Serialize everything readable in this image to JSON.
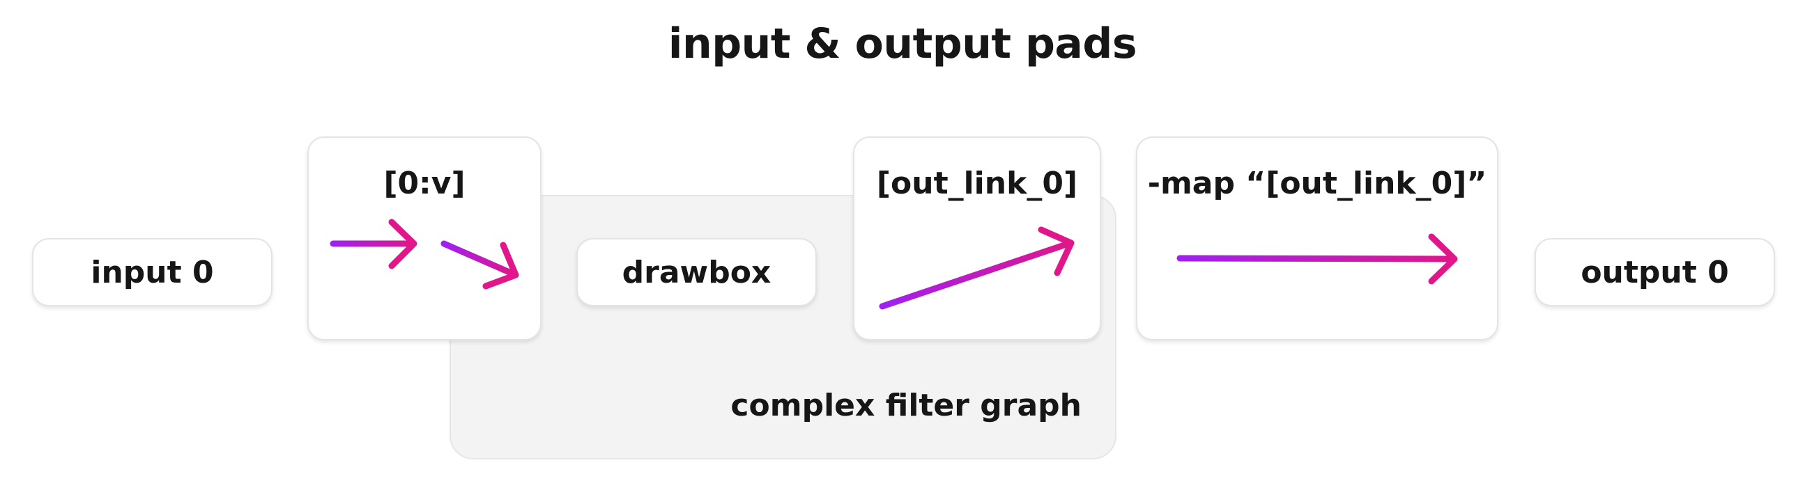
{
  "title": "input & output pads",
  "group": {
    "label": "complex filter graph"
  },
  "nodes": {
    "input": {
      "label": "input 0"
    },
    "pad_in": {
      "label": "[0:v]"
    },
    "filter": {
      "label": "drawbox"
    },
    "pad_out": {
      "label": "[out_link_0]"
    },
    "map": {
      "label": "-map “[out_link_0]”"
    },
    "output": {
      "label": "output 0"
    }
  },
  "colors": {
    "arrow_start": "#a020f0",
    "arrow_end": "#e0168a",
    "group_bg": "#f3f3f3",
    "box_bg": "#ffffff"
  }
}
